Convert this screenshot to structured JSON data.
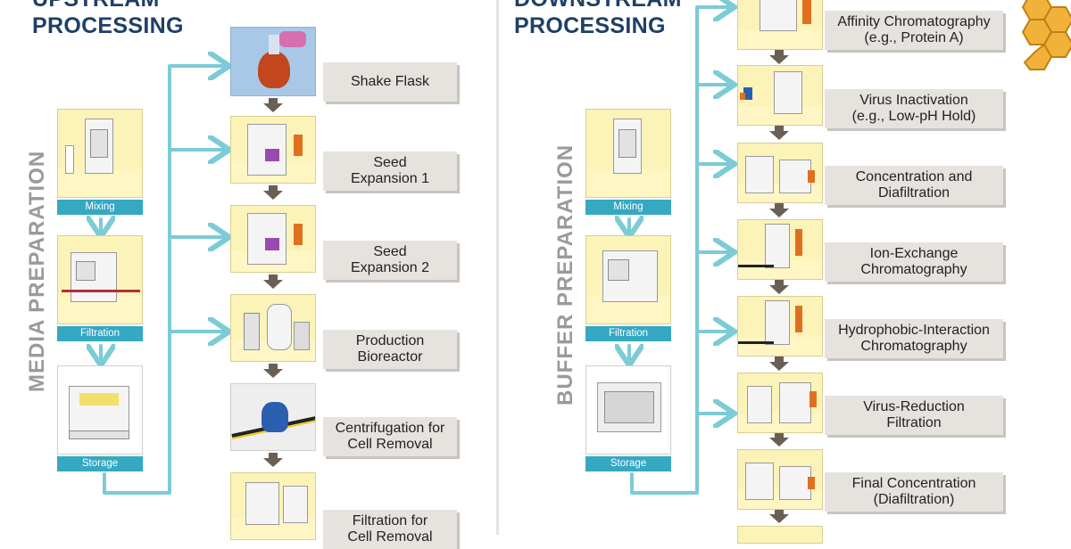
{
  "upstream": {
    "title": [
      "UPSTREAM",
      "PROCESSING"
    ],
    "side_label": "MEDIA PREPARATION",
    "prep_steps": [
      "Mixing",
      "Filtration",
      "Storage"
    ],
    "steps": [
      [
        "Shake Flask"
      ],
      [
        "Seed",
        "Expansion 1"
      ],
      [
        "Seed",
        "Expansion 2"
      ],
      [
        "Production",
        "Bioreactor"
      ],
      [
        "Centrifugation for",
        "Cell Removal"
      ],
      [
        "Filtration for",
        "Cell Removal"
      ]
    ]
  },
  "downstream": {
    "title": [
      "DOWNSTREAM",
      "PROCESSING"
    ],
    "side_label": "BUFFER PREPARATION",
    "prep_steps": [
      "Mixing",
      "Filtration",
      "Storage"
    ],
    "steps": [
      [
        "Affinity Chromatography",
        "(e.g., Protein A)"
      ],
      [
        "Virus Inactivation",
        "(e.g., Low-pH Hold)"
      ],
      [
        "Concentration and",
        "Diafiltration"
      ],
      [
        "Ion-Exchange",
        "Chromatography"
      ],
      [
        "Hydrophobic-Interaction",
        "Chromatography"
      ],
      [
        "Virus-Reduction",
        "Filtration"
      ],
      [
        "Final Concentration",
        "(Diafiltration)"
      ]
    ]
  },
  "colors": {
    "heading": "#1f3f66",
    "connector": "#7ccbd6",
    "step_arrow": "#6a5f55",
    "tag": "#35a8c2",
    "label_bg": "#e6e3df",
    "tile_bg": "#fbf3b8"
  }
}
